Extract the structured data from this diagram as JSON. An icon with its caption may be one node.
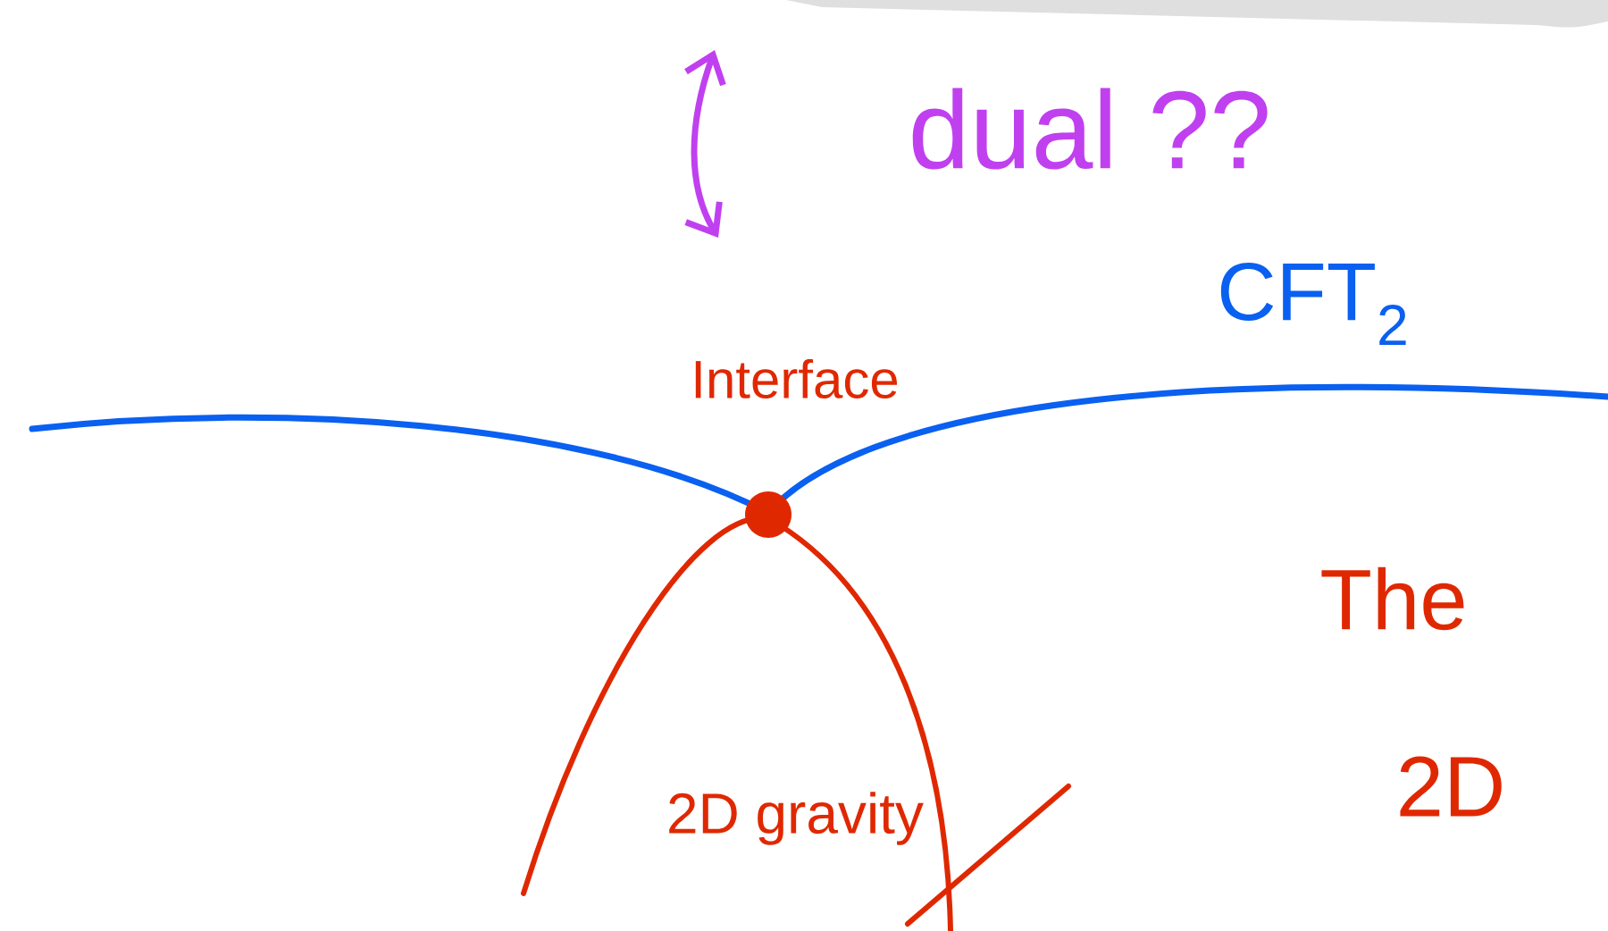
{
  "diagram": {
    "labels": [
      "dual ??",
      "CFT$_{2}$",
      "Interface",
      "2D gravity",
      "The",
      "2D"
    ]
  }
}
